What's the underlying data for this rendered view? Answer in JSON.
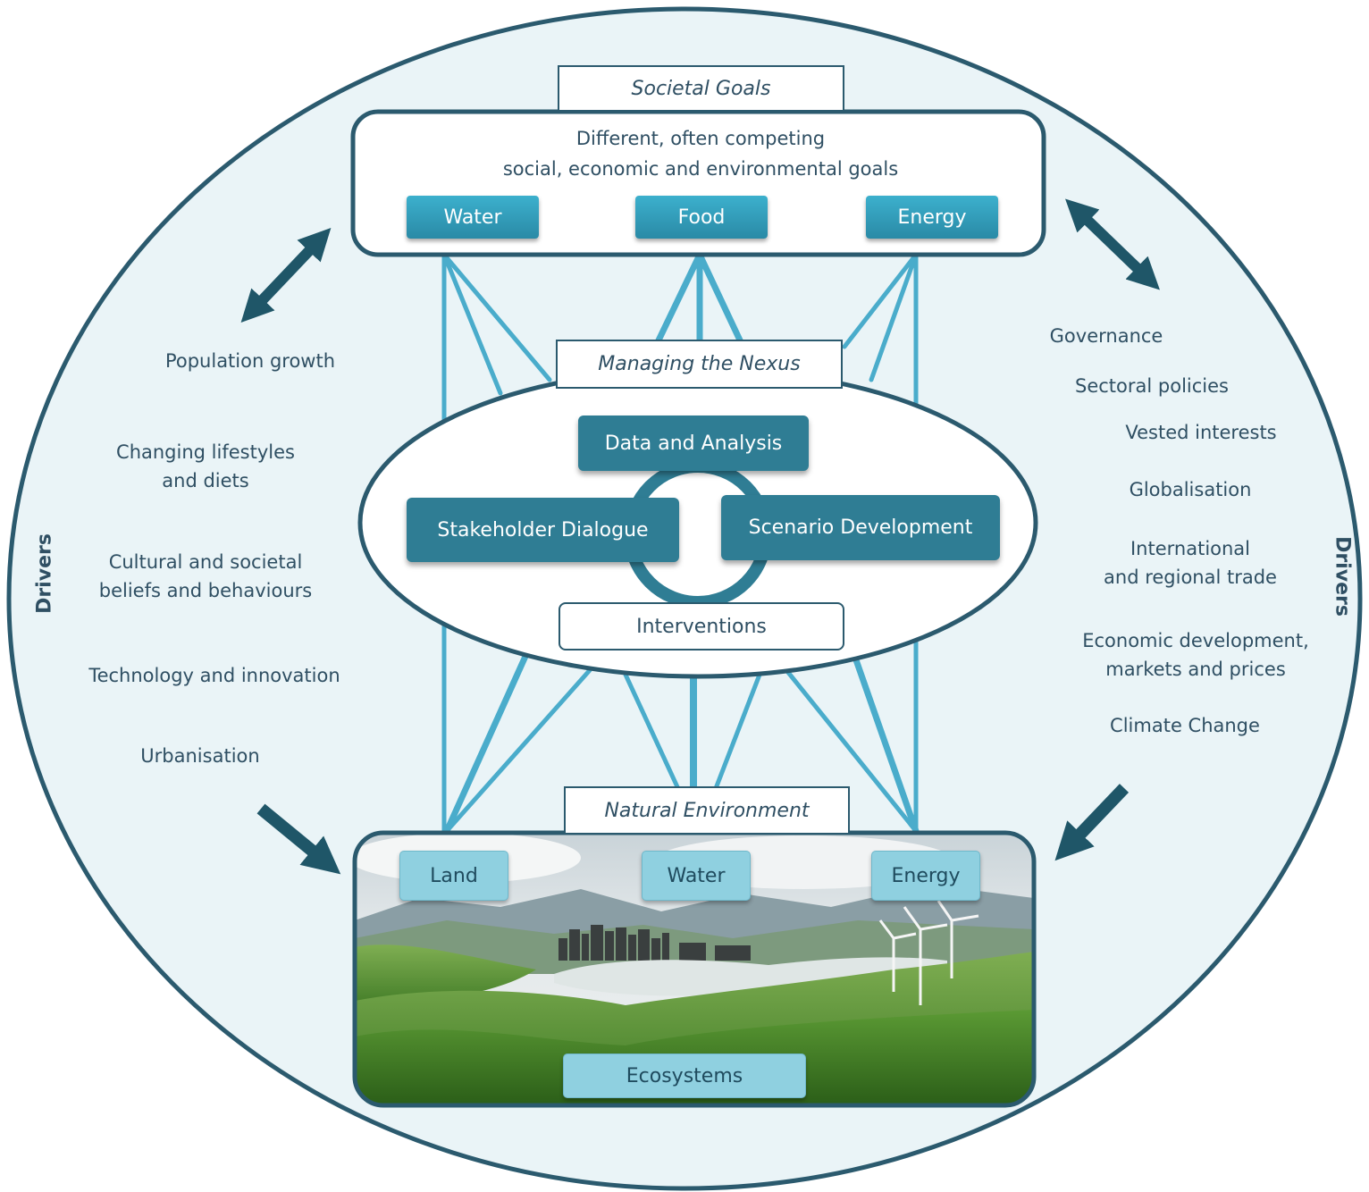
{
  "societal_goals": {
    "tab": "Societal Goals",
    "line1": "Different, often competing",
    "line2": "social, economic and environmental goals",
    "items": [
      "Water",
      "Food",
      "Energy"
    ]
  },
  "nexus": {
    "tab": "Managing the Nexus",
    "data_analysis": "Data and Analysis",
    "stakeholder": "Stakeholder Dialogue",
    "scenario": "Scenario Development",
    "interventions": "Interventions"
  },
  "natural_environment": {
    "tab": "Natural Environment",
    "items": [
      "Land",
      "Water",
      "Energy"
    ],
    "ecosystems": "Ecosystems"
  },
  "drivers": {
    "label": "Drivers",
    "left": [
      {
        "l1": "Population growth",
        "l2": ""
      },
      {
        "l1": "Changing lifestyles",
        "l2": "and diets"
      },
      {
        "l1": "Cultural and societal",
        "l2": "beliefs and behaviours"
      },
      {
        "l1": "Technology and innovation",
        "l2": ""
      },
      {
        "l1": "Urbanisation",
        "l2": ""
      }
    ],
    "right": [
      {
        "l1": "Governance",
        "l2": ""
      },
      {
        "l1": "Sectoral policies",
        "l2": ""
      },
      {
        "l1": "Vested interests",
        "l2": ""
      },
      {
        "l1": "Globalisation",
        "l2": ""
      },
      {
        "l1": "International",
        "l2": "and regional trade"
      },
      {
        "l1": "Economic development,",
        "l2": "markets and prices"
      },
      {
        "l1": "Climate Change",
        "l2": ""
      }
    ]
  },
  "colors": {
    "circle_fill": "#eaf4f7",
    "outline": "#2b5a6e",
    "line": "#4aaccb",
    "box": "#2f7d94",
    "arrow": "#1f5668"
  }
}
